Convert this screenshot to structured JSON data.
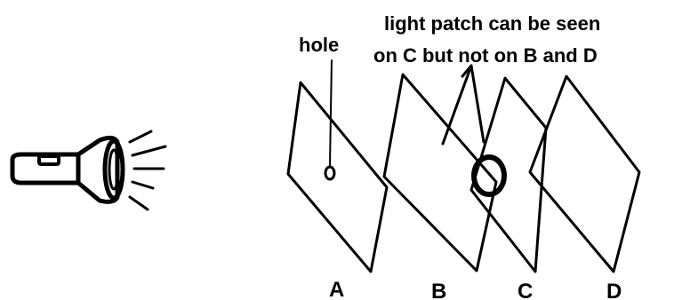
{
  "labels": {
    "hole": "hole",
    "note_line1": "light patch can be seen",
    "note_line2": "on C but not on B and D"
  },
  "cards": [
    {
      "id": "A",
      "label": "A"
    },
    {
      "id": "B",
      "label": "B"
    },
    {
      "id": "C",
      "label": "C"
    },
    {
      "id": "D",
      "label": "D"
    }
  ],
  "icons": {
    "torch": "flashlight-icon"
  },
  "colors": {
    "ink": "#000000",
    "background": "#ffffff"
  }
}
